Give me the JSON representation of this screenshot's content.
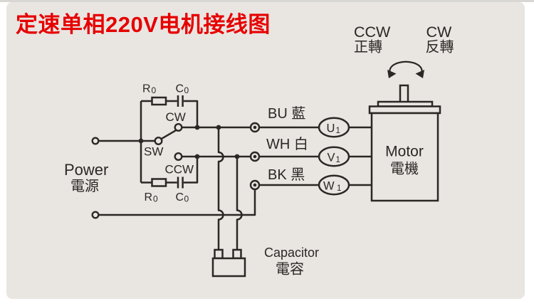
{
  "title": "定速单相220V电机接线图",
  "power": {
    "en": "Power",
    "zh": "電源"
  },
  "switch": {
    "cw": "CW",
    "sw": "SW",
    "ccw": "CCW"
  },
  "snubbers": {
    "top": {
      "r": "R",
      "r_sub": "0",
      "c": "C",
      "c_sub": "0"
    },
    "bottom": {
      "r": "R",
      "r_sub": "0",
      "c": "C",
      "c_sub": "0"
    }
  },
  "wires": [
    {
      "label": "BU 藍",
      "terminal": "U",
      "terminal_sub": "1"
    },
    {
      "label": "WH 白",
      "terminal": "V",
      "terminal_sub": "1"
    },
    {
      "label": "BK 黑",
      "terminal": "W",
      "terminal_sub": "1"
    }
  ],
  "motor": {
    "en": "Motor",
    "zh": "電機"
  },
  "capacitor": {
    "en": "Capacitor",
    "zh": "電容"
  },
  "rotation": {
    "ccw": {
      "en": "CCW",
      "zh": "正轉"
    },
    "cw": {
      "en": "CW",
      "zh": "反轉"
    }
  },
  "colors": {
    "accent_red": "#e60000",
    "line": "#2b2724",
    "panel_bg": "#e9e6e2"
  }
}
